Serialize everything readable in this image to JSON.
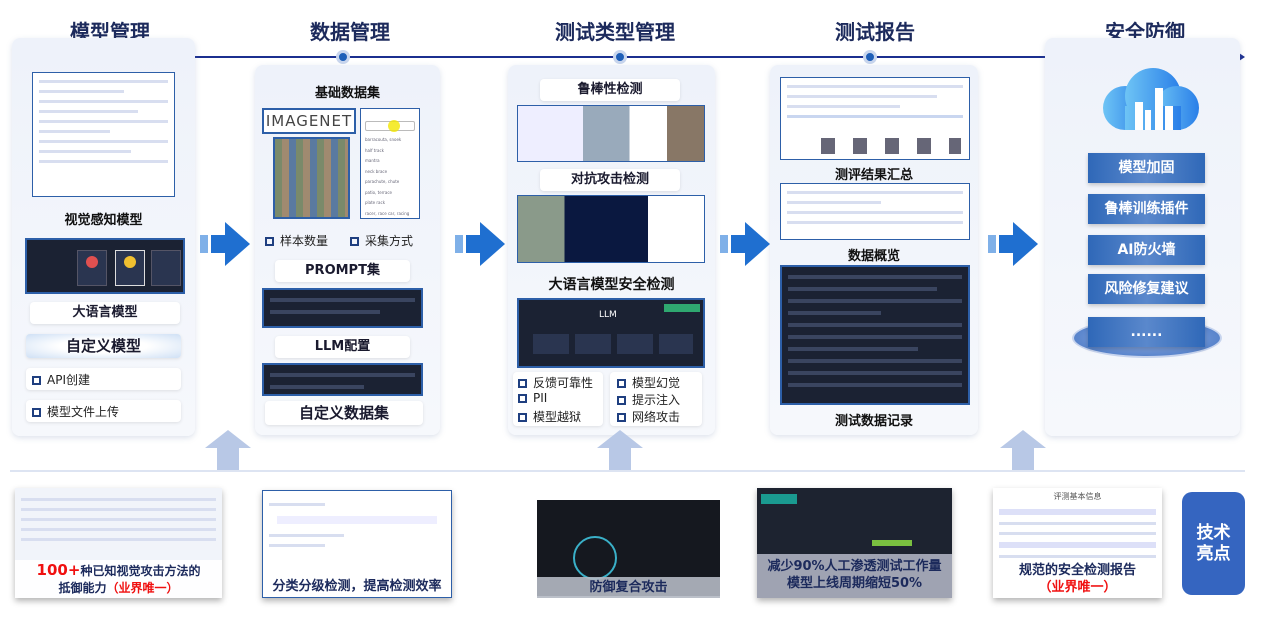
{
  "stages": [
    {
      "title": "模型管理"
    },
    {
      "title": "数据管理"
    },
    {
      "title": "测试类型管理"
    },
    {
      "title": "测试报告"
    },
    {
      "title": "安全防御"
    }
  ],
  "model_mgmt": {
    "visual": "视觉感知模型",
    "llm": "大语言模型",
    "custom": "自定义模型",
    "options": [
      "API创建",
      "模型文件上传"
    ]
  },
  "data_mgmt": {
    "base": "基础数据集",
    "imagenet": "IMAGENET",
    "dropdown_items": [
      "barracouta, snoek",
      "half track",
      "mantra",
      "neck brace",
      "parachute, chute",
      "patio, terrace",
      "plate rack",
      "racer, race car, racing car"
    ],
    "checks": [
      "样本数量",
      "采集方式"
    ],
    "prompt": "PROMPT集",
    "llm_cfg": "LLM配置",
    "custom": "自定义数据集"
  },
  "test_types": {
    "robust": "鲁棒性检测",
    "adversarial": "对抗攻击检测",
    "llm_safety": "大语言模型安全检测",
    "llm_tag": "LLM",
    "checks_left": [
      "反馈可靠性",
      "PII",
      "模型越狱"
    ],
    "checks_right": [
      "模型幻觉",
      "提示注入",
      "网络攻击"
    ]
  },
  "report": {
    "summary": "测评结果汇总",
    "overview": "数据概览",
    "records": "测试数据记录"
  },
  "defense": {
    "items": [
      "模型加固",
      "鲁棒训练插件",
      "AI防火墙",
      "风险修复建议",
      "......"
    ]
  },
  "highlights": {
    "c1_a": "100+",
    "c1_b": "种已知视觉攻击方法的",
    "c1_c": "抵御能力",
    "c1_d": "（业界唯一）",
    "c2": "分类分级检测，提高检测效率",
    "c3": "防御复合攻击",
    "c4_a": "减少90%人工渗透测试工作量",
    "c4_b": "模型上线周期缩短50%",
    "c5_a": "规范的安全检测报告",
    "c5_b": "（业界唯一）",
    "c5_title": "评测基本信息",
    "badge": "技术亮点"
  },
  "colors": {
    "accent": "#1e5fb8",
    "line": "#1b2f8f",
    "red": "#f01010"
  }
}
